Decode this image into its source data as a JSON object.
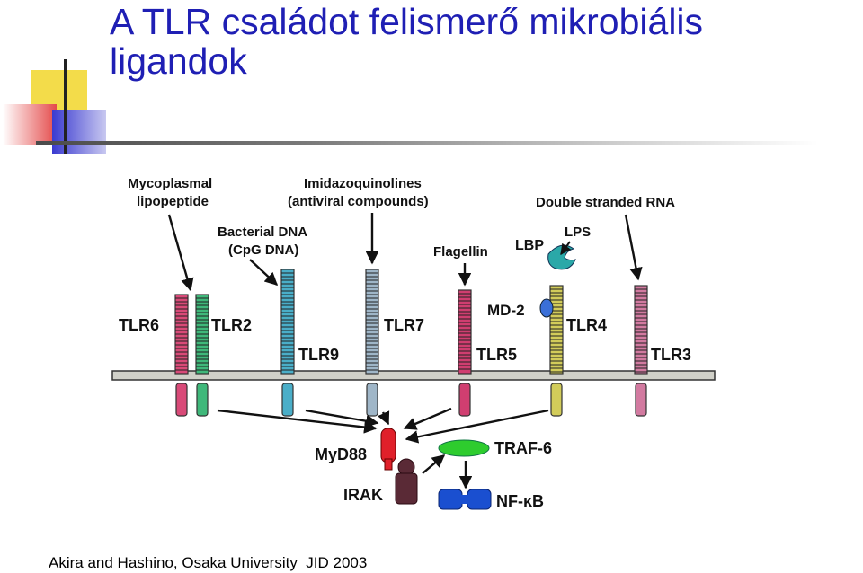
{
  "title": "A TLR családot felismerő mikrobiális ligandok",
  "citation": "Akira and Hashino, Osaka University  JID 2003",
  "ligands": {
    "mycoplasmal_1": "Mycoplasmal",
    "mycoplasmal_2": "lipopeptide",
    "bacterial_1": "Bacterial DNA",
    "bacterial_2": "(CpG DNA)",
    "imidazo_1": "Imidazoquinolines",
    "imidazo_2": "(antiviral compounds)",
    "flagellin": "Flagellin",
    "lbp": "LBP",
    "lps": "LPS",
    "dsrna": "Double stranded RNA",
    "md2": "MD-2"
  },
  "receptors": {
    "tlr6": "TLR6",
    "tlr2": "TLR2",
    "tlr9": "TLR9",
    "tlr7": "TLR7",
    "tlr5": "TLR5",
    "tlr4": "TLR4",
    "tlr3": "TLR3"
  },
  "signaling": {
    "myd88": "MyD88",
    "irak": "IRAK",
    "traf6": "TRAF-6",
    "nfkb": "NF-κB"
  },
  "colors": {
    "title": "#1f1fb4",
    "tlr6": "#d94a78",
    "tlr2": "#3fb87a",
    "tlr9": "#4aaec8",
    "tlr7": "#9fb6c8",
    "tlr5": "#d03e70",
    "tlr4": "#d2cc5a",
    "tlr3": "#d27aa0",
    "myd88": "#e0202a",
    "irak": "#5a2a36",
    "traf6": "#2ecc2e",
    "nfkb": "#1a4fd0",
    "md2": "#3a6fd8",
    "lbp": "#2aa8a8"
  }
}
